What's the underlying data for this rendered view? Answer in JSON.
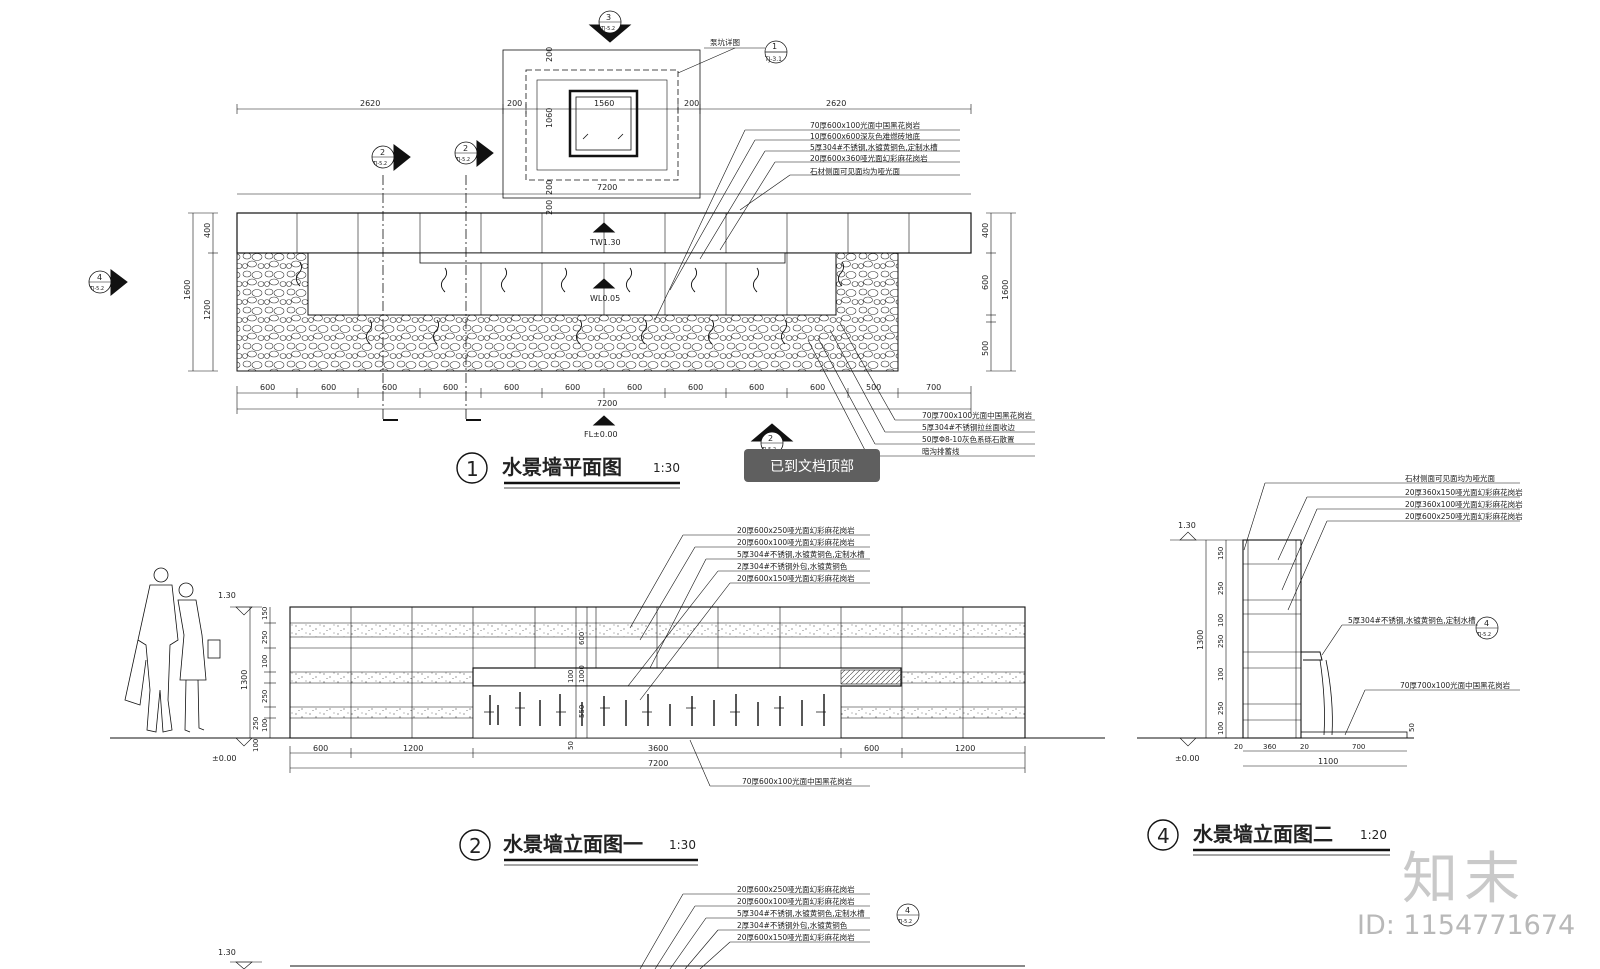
{
  "titles": {
    "plan": {
      "num": "1",
      "text": "水景墙平面图",
      "scale": "1:30"
    },
    "elev1": {
      "num": "2",
      "text": "水景墙立面图一",
      "scale": "1:30"
    },
    "elev2": {
      "num": "4",
      "text": "水景墙立面图二",
      "scale": "1:20"
    }
  },
  "toast": "已到文档顶部",
  "watermark": {
    "logo": "知末",
    "id": "ID: 1154771674"
  },
  "plan": {
    "pump_label": "泵坑详图",
    "pump_ref_top": "1",
    "pump_ref_bottom": "TJ-3.1",
    "section_marks": [
      {
        "num": "3",
        "ref": "TJ-5.2"
      },
      {
        "num": "2",
        "ref": "TJ-5.2"
      },
      {
        "num": "2",
        "ref": "TJ-5.2"
      },
      {
        "num": "4",
        "ref": "TJ-5.2"
      },
      {
        "num": "2",
        "ref": "TJ-5.2"
      }
    ],
    "top_dims": [
      "2620",
      "200",
      "1560",
      "200",
      "2620"
    ],
    "pump_dims": [
      "200",
      "1060",
      "200",
      "200"
    ],
    "overall": "7200",
    "left_dims": [
      "400",
      "1200",
      "1600"
    ],
    "right_dims": [
      "400",
      "600",
      "500",
      "1600"
    ],
    "bottom_dims": [
      "600",
      "600",
      "600",
      "600",
      "600",
      "600",
      "600",
      "600",
      "600",
      "600",
      "500",
      "700"
    ],
    "levels": [
      "TW1.30",
      "WL0.05",
      "FL±0.00"
    ],
    "notes_top": [
      "70厚600x100光面中国黑花岗岩",
      "10厚600x600深灰色难燃砖地底",
      "5厚304#不锈钢,水镀黄铜色,定制水槽",
      "20厚600x360哑光面幻彩麻花岗岩",
      "石材侧面可见面均为哑光面"
    ],
    "notes_bottom": [
      "70厚700x100光面中国黑花岗岩",
      "5厚304#不锈钢拉丝面收边",
      "50厚Φ8-10灰色系砾石散置",
      "暗沟排蓄线"
    ]
  },
  "elev1": {
    "notes": [
      "20厚600x250哑光面幻彩麻花岗岩",
      "20厚600x100哑光面幻彩麻花岗岩",
      "5厚304#不锈钢,水镀黄铜色,定制水槽",
      "2厚304#不锈钢外包,水镀黄铜色",
      "20厚600x150哑光面幻彩麻花岗岩"
    ],
    "bottom_note": "70厚600x100光面中国黑花岗岩",
    "level_top": "1.30",
    "level_bottom": "±0.00",
    "height_total": "1300",
    "left_dims": [
      "150",
      "250",
      "100",
      "250",
      "100",
      "250",
      "100"
    ],
    "mid_dims": [
      "600",
      "100",
      "1000",
      "550",
      "50"
    ],
    "bottom_dims": [
      "600",
      "1200",
      "3600",
      "600",
      "1200"
    ],
    "overall": "7200"
  },
  "elev2": {
    "notes": [
      "石材侧面可见面均为哑光面",
      "20厚360x150哑光面幻彩麻花岗岩",
      "20厚360x100哑光面幻彩麻花岗岩",
      "20厚600x250哑光面幻彩麻花岗岩"
    ],
    "steel_note": "5厚304#不锈钢,水镀黄铜色,定制水槽",
    "steel_ref_top": "4",
    "steel_ref_bottom": "TJ-5.2",
    "base_note": "70厚700x100光面中国黑花岗岩",
    "level_top": "1.30",
    "level_bottom": "±0.00",
    "height_total": "1300",
    "left_dims": [
      "150",
      "250",
      "100",
      "250",
      "100",
      "250",
      "100"
    ],
    "bottom_dims": [
      "20",
      "360",
      "20",
      "700"
    ],
    "overall": "1100",
    "right_dim": "50"
  },
  "elev3": {
    "notes": [
      "20厚600x250哑光面幻彩麻花岗岩",
      "20厚600x100哑光面幻彩麻花岗岩",
      "5厚304#不锈钢,水镀黄铜色,定制水槽",
      "2厚304#不锈钢外包,水镀黄铜色",
      "20厚600x150哑光面幻彩麻花岗岩"
    ],
    "ref_top": "4",
    "ref_bottom": "TJ-5.2",
    "level_top": "1.30"
  }
}
